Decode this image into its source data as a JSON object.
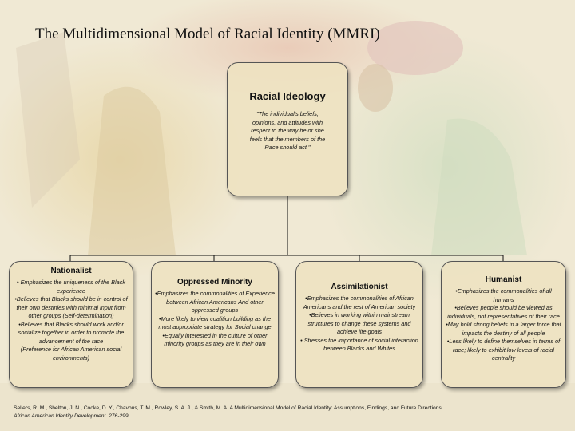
{
  "slide": {
    "title": "The Multidimensional Model of Racial Identity (MMRI)"
  },
  "root": {
    "heading": "Racial Ideology",
    "definition": "\"The individual's beliefs, opinions, and attitudes with respect to the way he or she feels that the members of the Race should act.\""
  },
  "ideologies": [
    {
      "heading": "Nationalist",
      "points": [
        "• Emphasizes the uniqueness of the Black experience",
        "•Believes that Blacks should be in control of their own destinies with minimal input from other groups (Self-determination)",
        "•Believes that Blacks should work and/or socialize together in order to promote the advancement of the race",
        "(Preference for African American social environments)"
      ]
    },
    {
      "heading": "Oppressed Minority",
      "points": [
        "•Emphasizes the commonalities of Experience between African Americans And other oppressed groups",
        "•More likely to view coalition building as the most appropriate strategy for Social change",
        "•Equally interested in the culture of other minority groups as they are in their own"
      ]
    },
    {
      "heading": "Assimilationist",
      "points": [
        "•Emphasizes the commonalities of African Americans and the rest of American society",
        "•Believes in working within mainstream structures to change these systems and achieve life goals",
        "• Stresses the importance of social interaction between Blacks and Whites"
      ]
    },
    {
      "heading": "Humanist",
      "points": [
        "•Emphasizes the commonalities of all humans",
        "•Believes people should be viewed as individuals, not representatives of their race",
        "•May hold strong beliefs in a larger force that impacts the destiny of all people",
        "•Less likely to define themselves in terms of race; likely to exhibit low levels of racial centrality"
      ]
    }
  ],
  "citation": {
    "authors": "Sellers, R. M., Shelton, J. N., Cooke, D. Y., Chavous, T. M., Rowley, S. A. J., & Smith, M. A. A Multidimensional Model of Racial Identity: Assumptions, Findings, and Future Directions.",
    "source": "African American Identity Development. 276-299"
  },
  "colors": {
    "background": "#efe7cf",
    "box_fill": "#eee2c0",
    "connector": "#111111"
  }
}
